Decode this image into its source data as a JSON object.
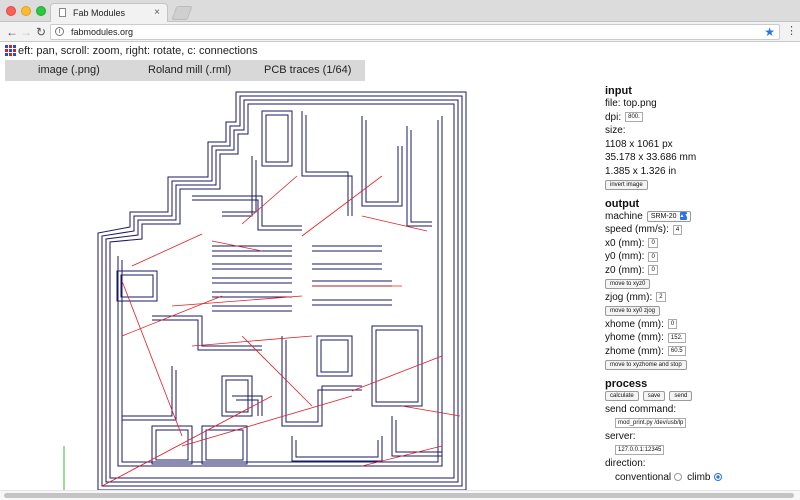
{
  "browser": {
    "tab_title": "Fab Modules",
    "tab_close": "×",
    "url": "fabmodules.org",
    "back": "←",
    "forward": "→",
    "reload": "↻",
    "star": "★",
    "menu": "⋮",
    "accent": "#2b72e8"
  },
  "page": {
    "help_text": "eft: pan, scroll: zoom, right: rotate, c: connections",
    "modules": [
      "image (.png)",
      "Roland mill (.rml)",
      "PCB traces (1/64)"
    ]
  },
  "input": {
    "heading": "input",
    "file": "file: top.png",
    "dpi_label": "dpi:",
    "dpi_value": "800.",
    "size_label": "size:",
    "size_px": "1108 x 1061 px",
    "size_mm": "35.178 x 33.686 mm",
    "size_in": "1.385 x 1.326 in",
    "invert_button": "invert image"
  },
  "output": {
    "heading": "output",
    "machine_label": "machine",
    "machine_value": "SRM-20",
    "speed_label": "speed (mm/s):",
    "speed_value": "4",
    "x0_label": "x0 (mm):",
    "x0_value": "0",
    "y0_label": "y0 (mm):",
    "y0_value": "0",
    "z0_label": "z0 (mm):",
    "z0_value": "0",
    "move_xyz0_button": "move to xyz0",
    "zjog_label": "zjog (mm):",
    "zjog_value": "2",
    "move_xy0_zjog_button": "move to xy0 zjog",
    "xhome_label": "xhome (mm):",
    "xhome_value": "0",
    "yhome_label": "yhome (mm):",
    "yhome_value": "152.",
    "zhome_label": "zhome (mm):",
    "zhome_value": "60.5",
    "move_home_button": "move to xyzhome and stop"
  },
  "process": {
    "heading": "process",
    "calculate_button": "calculate",
    "save_button": "save",
    "send_button": "send",
    "send_command_label": "send command:",
    "send_command_value": "mod_print.py /dev/usb/lp",
    "server_label": "server:",
    "server_value": "127.0.0.1:12345",
    "direction_label": "direction:",
    "conventional_label": "conventional",
    "climb_label": "climb",
    "selected_direction": "climb"
  },
  "colors": {
    "trace": "#1a1a66",
    "connection": "#e02020",
    "axis_x": "#3355ff",
    "axis_y": "#33bb33"
  }
}
